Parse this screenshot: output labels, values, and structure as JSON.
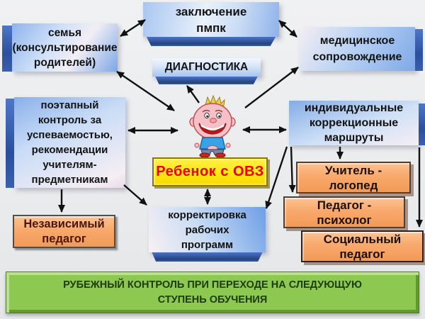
{
  "title": "Схема сопровождения ребенка с ОВЗ",
  "palette": {
    "background": "#ececee",
    "blue_box": "#9fc0ee",
    "blue_edge_dark": "#2c4f9d",
    "orange_box": "#f8a96c",
    "yellow_box": "#ffe713",
    "yellow_box_text": "#ee0000",
    "green_banner": "#8dc951",
    "green_banner_text": "#1d3b08",
    "arrow_color": "#111111"
  },
  "nodes": {
    "pmpk_conclusion": {
      "label": "заключение\nпмпк"
    },
    "family": {
      "label": "семья\n(консультирование\nродителей)"
    },
    "medical_support": {
      "label": "медицинское\nсопровождение"
    },
    "diagnostics": {
      "label": "ДИАГНОСТИКА"
    },
    "stage_control": {
      "label": "поэтапный\nконтроль за\nуспеваемостью,\nрекомендации\nучителям-\nпредметникам"
    },
    "correction_routes": {
      "label": "индивидуальные\nкоррекционные\nмаршруты"
    },
    "child": {
      "label": "Ребенок  с ОВЗ"
    },
    "speech_teacher": {
      "label": "Учитель -\nлогопед"
    },
    "psychologist": {
      "label": "Педагог -\nпсихолог"
    },
    "social_teacher": {
      "label": "Социальный\nпедагог"
    },
    "independent_teacher": {
      "label": "Независимый\nпедагог"
    },
    "program_correction": {
      "label": "корректировка\nрабочих\nпрограмм"
    },
    "footer_banner": {
      "label": "РУБЕЖНЫЙ КОНТРОЛЬ  ПРИ ПЕРЕХОДЕ НА СЛЕДУЮЩУЮ\nСТУПЕНЬ ОБУЧЕНИЯ"
    }
  },
  "edges": [
    {
      "from": "family",
      "to": "pmpk_conclusion",
      "bidirectional": true
    },
    {
      "from": "pmpk_conclusion",
      "to": "medical_support",
      "bidirectional": true
    },
    {
      "from": "family",
      "to": "child",
      "bidirectional": true
    },
    {
      "from": "stage_control",
      "to": "child",
      "bidirectional": true
    },
    {
      "from": "child",
      "to": "diagnostics",
      "bidirectional": false
    },
    {
      "from": "child",
      "to": "medical_support",
      "bidirectional": false
    },
    {
      "from": "child",
      "to": "correction_routes",
      "bidirectional": true
    },
    {
      "from": "stage_control",
      "to": "independent_teacher",
      "bidirectional": false
    },
    {
      "from": "stage_control",
      "to": "program_correction",
      "bidirectional": false
    },
    {
      "from": "child",
      "to": "program_correction",
      "bidirectional": true
    },
    {
      "from": "correction_routes",
      "to": "program_correction",
      "bidirectional": false
    },
    {
      "from": "correction_routes",
      "to": "speech_teacher",
      "bidirectional": false
    },
    {
      "from": "correction_routes",
      "to": "psychologist",
      "bidirectional": false
    },
    {
      "from": "correction_routes",
      "to": "social_teacher",
      "bidirectional": false
    }
  ]
}
